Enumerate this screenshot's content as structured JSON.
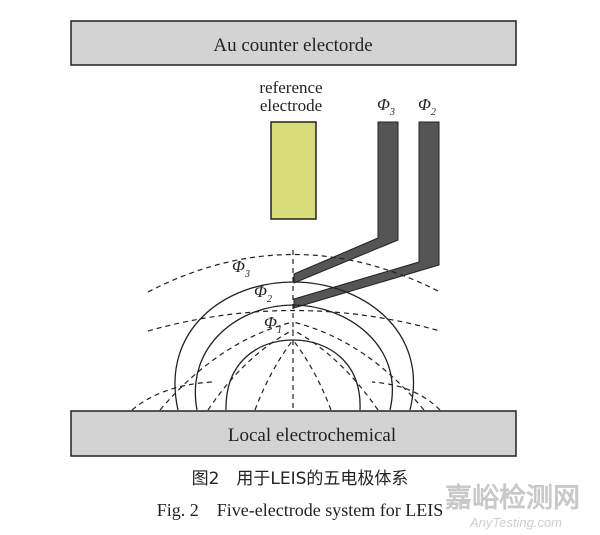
{
  "boxes": {
    "counter_electrode": "Au counter electorde",
    "substrate": "Local electrochemical"
  },
  "reference_electrode": {
    "line1": "reference",
    "line2": "electrode",
    "color": "#d9dc7a"
  },
  "probes": {
    "phi3": {
      "symbol": "Φ",
      "subscript": "3"
    },
    "phi2": {
      "symbol": "Φ",
      "subscript": "2"
    },
    "color": "#555555"
  },
  "field_labels": {
    "phi3": {
      "symbol": "Φ",
      "subscript": "3"
    },
    "phi2": {
      "symbol": "Φ",
      "subscript": "2"
    },
    "phi1": {
      "symbol": "Φ",
      "subscript": "1"
    }
  },
  "caption": {
    "chinese": "图2　用于LEIS的五电极体系",
    "english": "Fig. 2　Five-electrode system for LEIS"
  },
  "watermark": {
    "chinese": "嘉峪检测网",
    "english": "AnyTesting.com"
  },
  "colors": {
    "box_fill": "#d3d3d3",
    "outline": "#222222"
  }
}
